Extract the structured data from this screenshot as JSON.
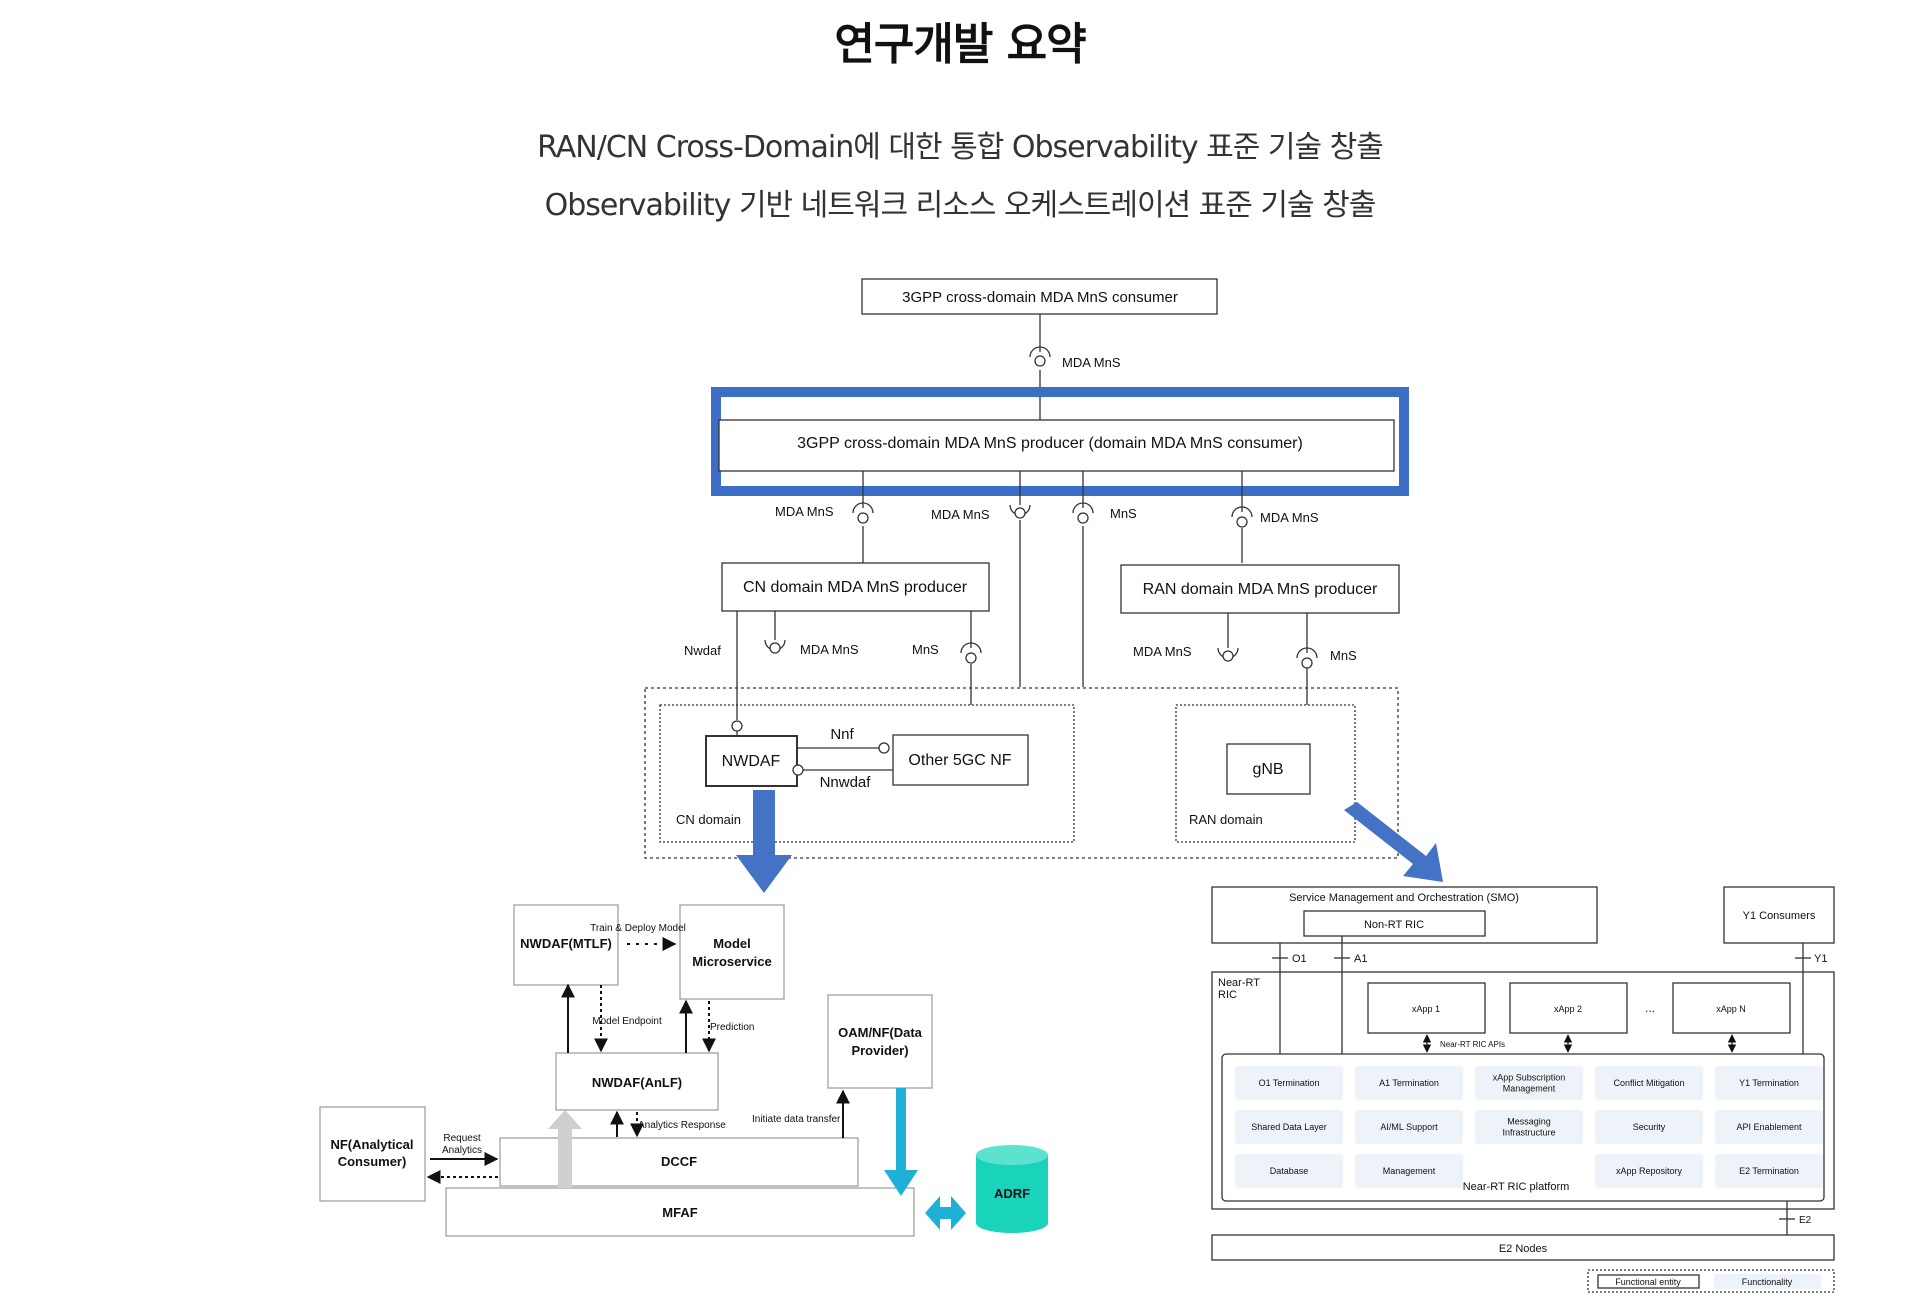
{
  "heading": "연구개발 요약",
  "subtitle_lines": [
    "RAN/CN Cross-Domain에 대한 통합 Observability 표준 기술 창출",
    "Observability 기반 네트워크 리소스 오케스트레이션 표준 기술 창출"
  ],
  "mda": {
    "consumer": "3GPP cross-domain MDA MnS consumer",
    "producer": "3GPP cross-domain MDA MnS producer (domain MDA MnS consumer)",
    "cn_producer": "CN domain MDA MnS producer",
    "ran_producer": "RAN domain MDA MnS producer",
    "mda_mns": "MDA MnS",
    "mns": "MnS",
    "nwdaf_if": "Nwdaf",
    "nwdaf": "NWDAF",
    "other_nf": "Other 5GC NF",
    "nnf": "Nnf",
    "nnwdaf": "Nnwdaf",
    "cn_domain": "CN domain",
    "gnb": "gNB",
    "ran_domain": "RAN domain"
  },
  "nwdaf_detail": {
    "mtlf": "NWDAF(MTLF)",
    "model_ms_1": "Model",
    "model_ms_2": "Microservice",
    "train_deploy": "Train & Deploy Model",
    "model_endpoint": "Model Endpoint",
    "prediction": "Prediction",
    "anlf": "NWDAF(AnLF)",
    "oam_1": "OAM/NF(Data",
    "oam_2": "Provider)",
    "initiate": "Initiate data transfer",
    "analytics_response": "Analytics Response",
    "nf_consumer_1": "NF(Analytical",
    "nf_consumer_2": "Consumer)",
    "request_1": "Request",
    "request_2": "Analytics",
    "dccf": "DCCF",
    "mfaf": "MFAF",
    "adrf": "ADRF"
  },
  "oran": {
    "smo": "Service Management and Orchestration (SMO)",
    "nonrt": "Non-RT RIC",
    "y1_consumers": "Y1 Consumers",
    "o1": "O1",
    "a1": "A1",
    "y1": "Y1",
    "e2": "E2",
    "near_rt_1": "Near-RT",
    "near_rt_2": "RIC",
    "xapp1": "xApp 1",
    "xapp2": "xApp 2",
    "ellipsis": "...",
    "xappn": "xApp N",
    "apis": "Near-RT RIC APIs",
    "platform": "Near-RT RIC platform",
    "e2_nodes": "E2 Nodes",
    "legend_entity": "Functional entity",
    "legend_functionality": "Functionality",
    "cells": [
      [
        "O1 Termination",
        "A1 Termination",
        "xApp Subscription|Management",
        "Conflict Mitigation",
        "Y1 Termination"
      ],
      [
        "Shared Data Layer",
        "AI/ML Support",
        "Messaging|Infrastructure",
        "Security",
        "API Enablement"
      ],
      [
        "Database",
        "Management",
        "",
        "xApp Repository",
        "E2 Termination"
      ]
    ]
  },
  "colors": {
    "highlight": "#3b6ec4",
    "arrow": "#4472c4",
    "cyan": "#1eb0d6",
    "adrf": "#19d3bb",
    "cell_bg": "#eef3f9"
  }
}
